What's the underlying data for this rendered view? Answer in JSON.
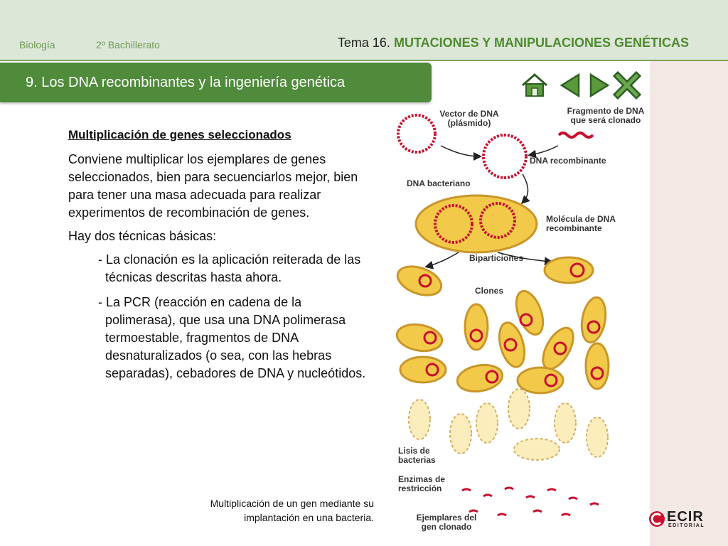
{
  "header": {
    "subject": "Biología",
    "course": "2º Bachillerato",
    "topic_prefix": "Tema 16.",
    "topic_title": "MUTACIONES Y MANIPULACIONES GENÉTICAS"
  },
  "section": {
    "title": "9. Los DNA recombinantes y la ingeniería genética"
  },
  "nav": {
    "icons": [
      "home-icon",
      "prev-arrow-icon",
      "next-arrow-icon",
      "close-icon"
    ]
  },
  "content": {
    "heading": "Multiplicación de genes seleccionados",
    "paragraph1": "Conviene multiplicar los ejemplares de genes seleccionados, bien para secuenciarlos mejor, bien para tener una masa adecuada para realizar experimentos de recombinación de genes.",
    "paragraph2": "Hay dos técnicas básicas:",
    "bullet1": "- La clonación es la aplicación reiterada de las técnicas descritas hasta ahora.",
    "bullet2": "- La PCR (reacción en cadena de la polimerasa), que usa una DNA polimerasa termoestable, fragmentos de DNA desnaturalizados (o sea, con las hebras separadas), cebadores de DNA y nucleótidos."
  },
  "caption": "Multiplicación de un gen mediante su implantación en una bacteria.",
  "diagram": {
    "labels": {
      "vector": "Vector de DNA (plásmido)",
      "fragment": "Fragmento de DNA que será clonado",
      "recombinant": "DNA recombinante",
      "bacterial": "DNA bacteriano",
      "molecule": "Molécula de DNA recombinante",
      "bipartitions": "Biparticiones",
      "clones": "Clones",
      "lysis": "Lisis de bacterias",
      "enzymes": "Enzimas de restricción",
      "copies": "Ejemplares del gen clonado"
    },
    "colors": {
      "cell_fill": "#f3c94a",
      "cell_edge": "#c9962a",
      "dna": "#c8102e",
      "arrow": "#222222"
    }
  },
  "logo": {
    "brand": "ECIR",
    "sub": "EDITORIAL"
  },
  "colors": {
    "green": "#4f8b3b",
    "topbar": "#dde7d8",
    "accent_text": "#4f8a2f"
  }
}
